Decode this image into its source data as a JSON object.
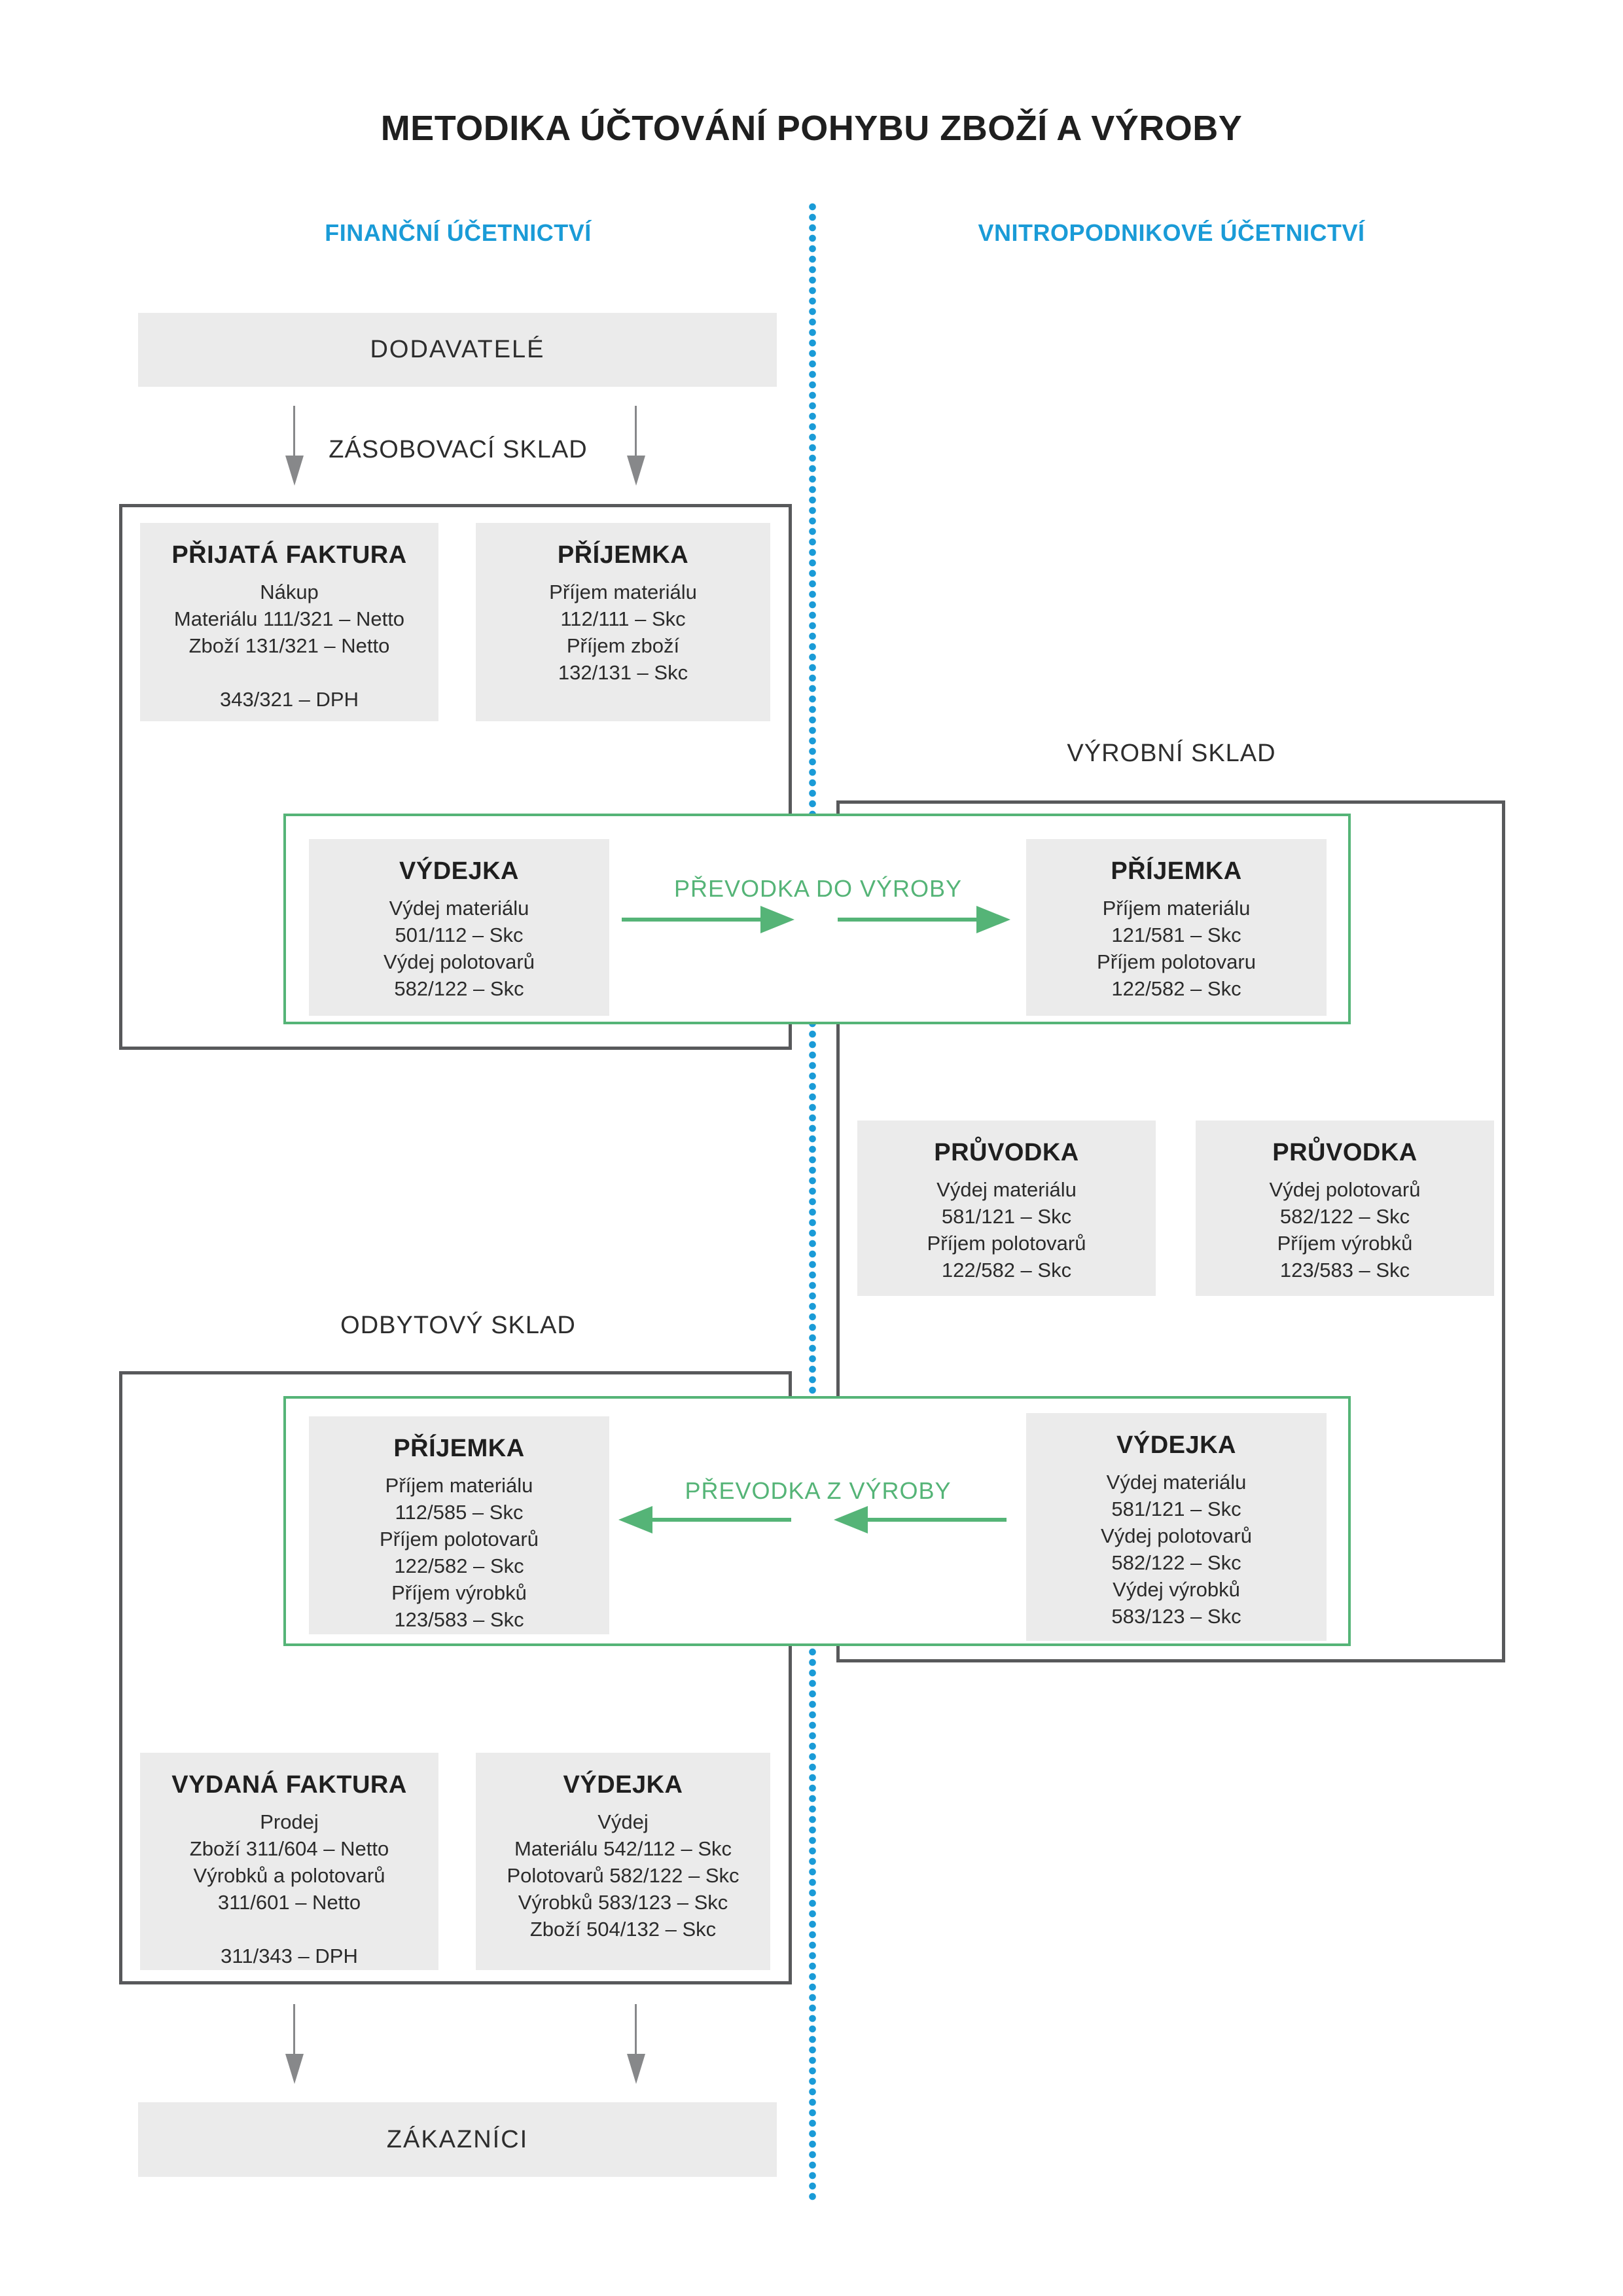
{
  "title": "METODIKA ÚČTOVÁNÍ POHYBU ZBOŽÍ A VÝROBY",
  "colors": {
    "accent_blue": "#1A9BD7",
    "accent_green": "#55B477",
    "container_border_gray": "#58595B",
    "arrow_gray": "#87888A",
    "card_background": "#EBEBEB",
    "text": "#2B2B2B"
  },
  "columns": {
    "left": "FINANČNÍ ÚČETNICTVÍ",
    "right": "VNITROPODNIKOVÉ ÚČETNICTVÍ"
  },
  "endpoints": {
    "suppliers": "DODAVATELÉ",
    "customers": "ZÁKAZNÍCI"
  },
  "section_labels": {
    "supply_warehouse": "ZÁSOBOVACÍ SKLAD",
    "production_warehouse": "VÝROBNÍ SKLAD",
    "sales_warehouse": "ODBYTOVÝ SKLAD"
  },
  "transfers": {
    "to_production": "PŘEVODKA  DO VÝROBY",
    "from_production": "PŘEVODKA  Z VÝROBY"
  },
  "cards": {
    "received_invoice": {
      "title": "PŘIJATÁ FAKTURA",
      "lines": [
        "Nákup",
        "Materiálu 111/321 – Netto",
        "Zboží 131/321 – Netto",
        "",
        "343/321 – DPH"
      ]
    },
    "receipt_supply": {
      "title": "PŘÍJEMKA",
      "lines": [
        "Příjem materiálu",
        "112/111 – Skc",
        "Příjem zboží",
        "132/131 – Skc"
      ]
    },
    "issue_supply": {
      "title": "VÝDEJKA",
      "lines": [
        "Výdej materiálu",
        "501/112 – Skc",
        "Výdej polotovarů",
        "582/122 – Skc"
      ]
    },
    "receipt_production": {
      "title": "PŘÍJEMKA",
      "lines": [
        "Příjem materiálu",
        "121/581 – Skc",
        "Příjem polotovaru",
        "122/582 – Skc"
      ]
    },
    "travel_card_material": {
      "title": "PRŮVODKA",
      "lines": [
        "Výdej materiálu",
        "581/121 – Skc",
        "Příjem polotovarů",
        "122/582 – Skc"
      ]
    },
    "travel_card_semiproducts": {
      "title": "PRŮVODKA",
      "lines": [
        "Výdej polotovarů",
        "582/122 – Skc",
        "Příjem výrobků",
        "123/583 – Skc"
      ]
    },
    "receipt_sales": {
      "title": "PŘÍJEMKA",
      "lines": [
        "Příjem materiálu",
        "112/585 – Skc",
        "Příjem polotovarů",
        "122/582 – Skc",
        "Příjem výrobků",
        "123/583 – Skc"
      ]
    },
    "issue_production": {
      "title": "VÝDEJKA",
      "lines": [
        "Výdej materiálu",
        "581/121 – Skc",
        "Výdej polotovarů",
        "582/122 – Skc",
        "Výdej výrobků",
        "583/123 – Skc"
      ]
    },
    "issued_invoice": {
      "title": "VYDANÁ FAKTURA",
      "lines": [
        "Prodej",
        "Zboží 311/604 – Netto",
        "Výrobků a polotovarů",
        "311/601 – Netto",
        "",
        "311/343 – DPH"
      ]
    },
    "issue_sales": {
      "title": "VÝDEJKA",
      "lines": [
        "Výdej",
        "Materiálu 542/112 – Skc",
        "Polotovarů 582/122 – Skc",
        "Výrobků 583/123 – Skc",
        "Zboží 504/132 – Skc"
      ]
    }
  }
}
